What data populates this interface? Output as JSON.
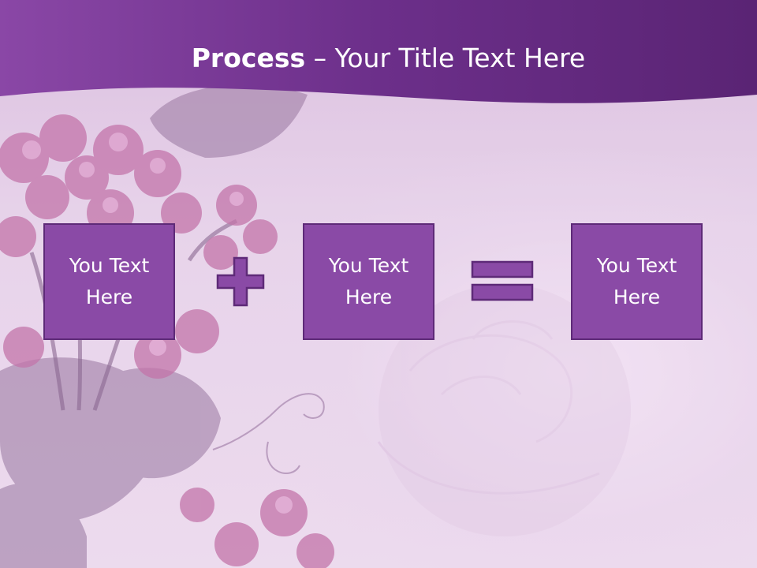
{
  "slide": {
    "title_bold": "Process",
    "title_rest": " – Your Title Text Here",
    "boxes": [
      {
        "text": "You Text\nHere"
      },
      {
        "text": "You Text\nHere"
      },
      {
        "text": "You Text\nHere"
      }
    ],
    "operators": [
      "plus-icon",
      "equals-icon"
    ]
  },
  "colors": {
    "header": "#6b2d8a",
    "box_fill": "#8a4aa6",
    "box_border": "#5e2a78",
    "background": "#e6d2ea"
  }
}
